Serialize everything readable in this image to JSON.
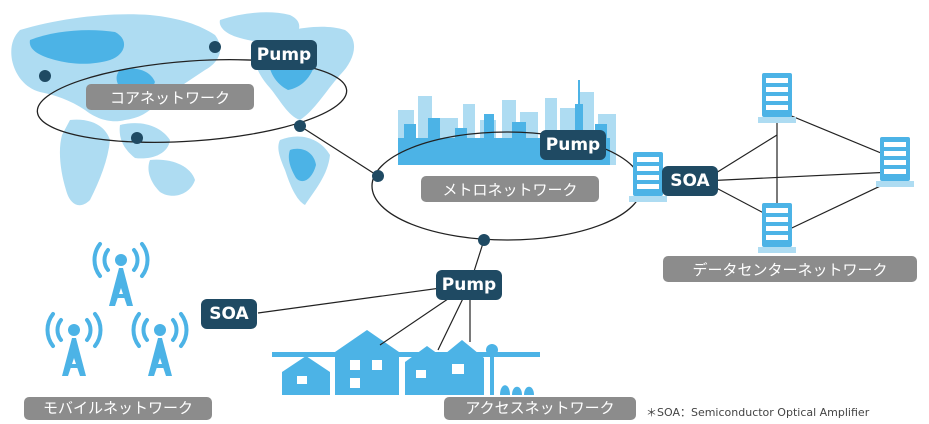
{
  "labels": {
    "core": "コアネットワーク",
    "metro": "メトロネットワーク",
    "datacenter": "データセンターネットワーク",
    "mobile": "モバイルネットワーク",
    "access": "アクセスネットワーク"
  },
  "amplifiers": {
    "pump_core": "Pump",
    "pump_metro": "Pump",
    "pump_access": "Pump",
    "soa_datacenter": "SOA",
    "soa_mobile": "SOA"
  },
  "footnote": "＊SOA：Semiconductor Optical Amplifier",
  "colors": {
    "illustration_blue": "#4cb3e6",
    "light_blue": "#aedcf2",
    "tag_dark": "#1f4a63",
    "tag_gray": "#8c8c8c",
    "line": "#222222",
    "node": "#1f4a63"
  },
  "icons": [
    "world-map",
    "city-skyline",
    "server-icon",
    "radio-tower-icon",
    "houses"
  ]
}
